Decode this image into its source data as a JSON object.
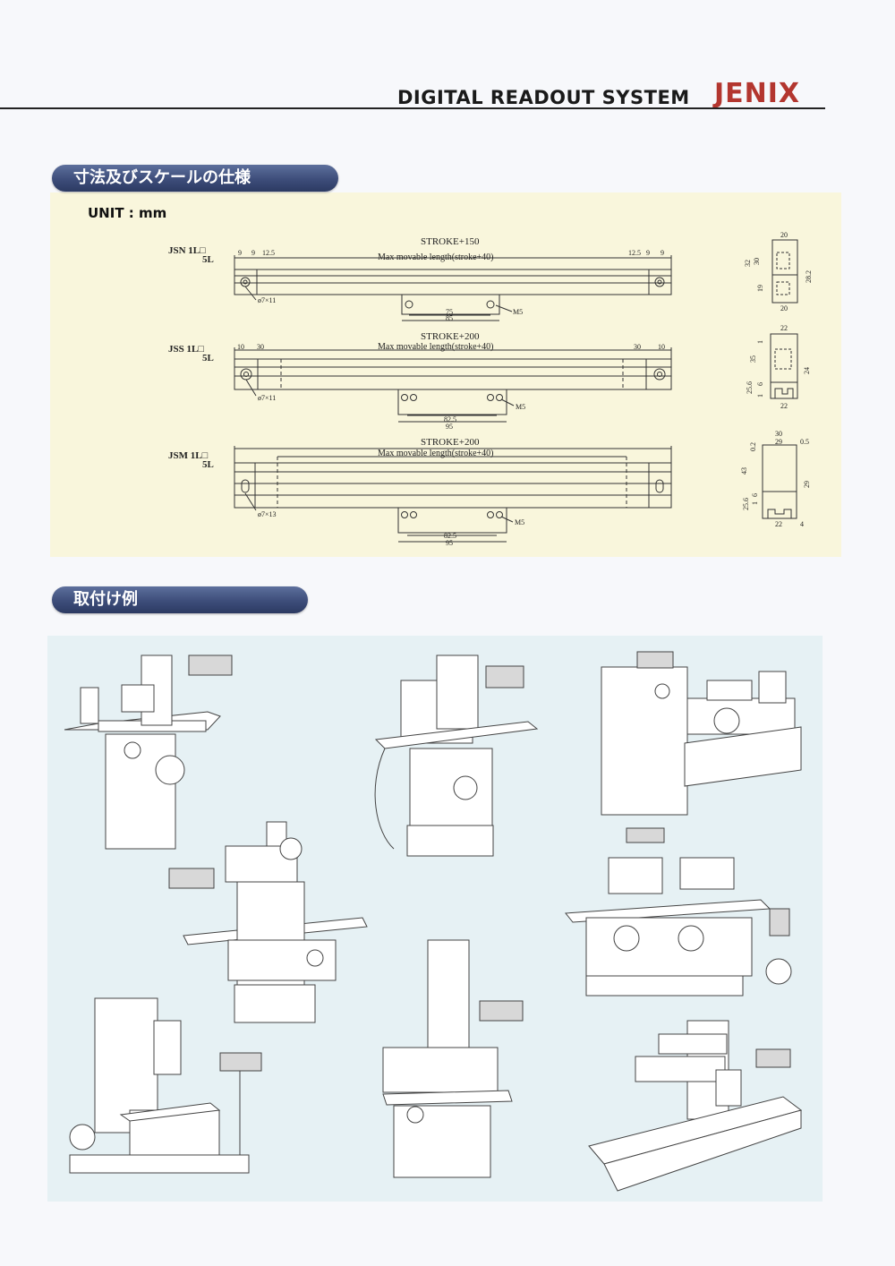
{
  "header": {
    "title": "DIGITAL READOUT SYSTEM",
    "brand": "JENIX"
  },
  "sections": {
    "specs_title": "寸法及びスケールの仕様",
    "install_title": "取付け例"
  },
  "unit_label": "UNIT : mm",
  "scales": [
    {
      "model": "JSN 1L□",
      "model_sub": "5L",
      "stroke": "STROKE+150",
      "max_len": "Max  movable  length(stroke+40)",
      "left_dims": [
        "9",
        "9",
        "12.5"
      ],
      "right_dims": [
        "12.5",
        "9",
        "9"
      ],
      "hole": "ø7×11",
      "reader_inner": "75",
      "reader_outer": "85",
      "screw": "M5",
      "section_dims": [
        "20",
        "32",
        "30",
        "19",
        "28.2",
        "20"
      ]
    },
    {
      "model": "JSS 1L□",
      "model_sub": "5L",
      "stroke": "STROKE+200",
      "max_len": "Max  movable  length(stroke+40)",
      "left_dims": [
        "10",
        "30"
      ],
      "right_dims": [
        "30",
        "10"
      ],
      "hole": "ø7×11",
      "reader_inner": "82.5",
      "reader_outer": "95",
      "screw": "M5",
      "section_dims": [
        "22",
        "1",
        "35",
        "24",
        "25.6",
        "6",
        "1",
        "22"
      ]
    },
    {
      "model": "JSM 1L□",
      "model_sub": "5L",
      "stroke": "STROKE+200",
      "max_len": "Max  movable  length(stroke+40)",
      "hole": "ø7×13",
      "reader_inner": "82.5",
      "reader_outer": "95",
      "screw": "M5",
      "section_dims": [
        "30",
        "29",
        "0.5",
        "0.2",
        "43",
        "29",
        "25.6",
        "6",
        "1",
        "22",
        "4"
      ]
    }
  ],
  "machines": [
    {
      "name": "surface-grinder"
    },
    {
      "name": "vertical-mill-a"
    },
    {
      "name": "lathe"
    },
    {
      "name": "turret-mill"
    },
    {
      "name": "cylindrical-grinder"
    },
    {
      "name": "boring-machine"
    },
    {
      "name": "edm-machine"
    },
    {
      "name": "planer-mill"
    }
  ]
}
